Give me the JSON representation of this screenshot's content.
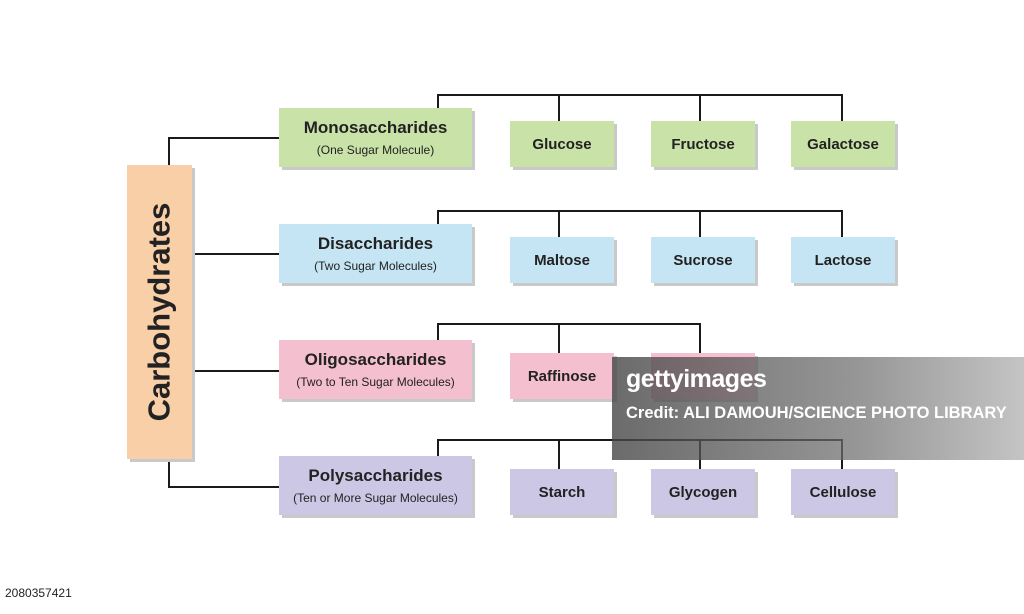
{
  "diagram": {
    "root": {
      "label": "Carbohydrates",
      "color": "#f9cfa8"
    },
    "categories": [
      {
        "title": "Monosaccharides",
        "subtitle": "(One Sugar Molecule)",
        "color": "#c9e2a8",
        "examples": [
          "Glucose",
          "Fructose",
          "Galactose"
        ]
      },
      {
        "title": "Disaccharides",
        "subtitle": "(Two Sugar Molecules)",
        "color": "#c6e5f4",
        "examples": [
          "Maltose",
          "Sucrose",
          "Lactose"
        ]
      },
      {
        "title": "Oligosaccharides",
        "subtitle": "(Two to Ten Sugar Molecules)",
        "color": "#f4bfcf",
        "examples": [
          "Raffinose",
          ""
        ]
      },
      {
        "title": "Polysaccharides",
        "subtitle": "(Ten or More Sugar Molecules)",
        "color": "#cdc7e6",
        "examples": [
          "Starch",
          "Glycogen",
          "Cellulose"
        ]
      }
    ]
  },
  "watermark": {
    "logo": "gettyimages",
    "credit": "Credit: ALI DAMOUH/SCIENCE PHOTO LIBRARY"
  },
  "image_id": "2080357421"
}
